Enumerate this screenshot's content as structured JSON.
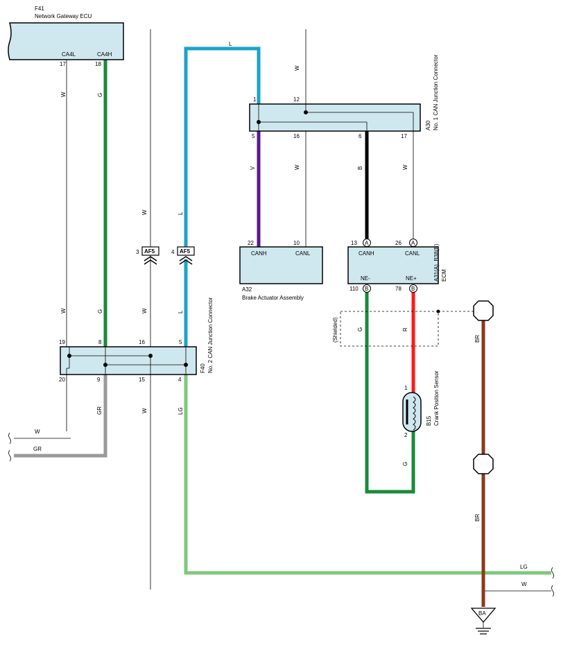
{
  "colors": {
    "component_fill": "#cfe8ef",
    "wire_L": "#1ba3c9",
    "wire_G": "#1a8a3a",
    "wire_V": "#5a1a8c",
    "wire_B": "#000000",
    "wire_R": "#ff1a1a",
    "wire_GR": "#9a9a9a",
    "wire_LG": "#7dc87d",
    "wire_BR": "#8b3a1a",
    "wire_W": "#000000"
  },
  "components": {
    "f41": {
      "code": "F41",
      "name": "Network Gateway ECU",
      "pin_ca4l": "CA4L",
      "pin_ca4h": "CA4H",
      "pin_17": "17",
      "pin_18": "18"
    },
    "a30": {
      "code": "A30",
      "name": "No. 1 CAN Junction Connector",
      "pin_1": "1",
      "pin_12": "12",
      "pin_5": "5",
      "pin_16": "16",
      "pin_6": "6",
      "pin_17": "17"
    },
    "f40": {
      "code": "F40",
      "name": "No. 2 CAN Junction Connector",
      "pin_19": "19",
      "pin_8": "8",
      "pin_16": "16",
      "pin_5": "5",
      "pin_20": "20",
      "pin_9": "9",
      "pin_15": "15",
      "pin_4": "4"
    },
    "a32": {
      "code": "A32",
      "name": "Brake Actuator Assembly",
      "canh": "CANH",
      "canl": "CANL",
      "pin_22": "22",
      "pin_10": "10"
    },
    "ecm": {
      "code": "A31(A), B38(B)",
      "name": "ECM",
      "canh": "CANH",
      "canl": "CANL",
      "ne_minus": "NE-",
      "ne_plus": "NE+",
      "pin_13": "13",
      "pin_26": "26",
      "pin_110": "110",
      "pin_78": "78",
      "conn_a": "A",
      "conn_b": "B"
    },
    "b15": {
      "code": "B15",
      "name": "Crank Position Sensor",
      "pin_1": "1",
      "pin_2": "2"
    },
    "af5": {
      "label": "AF5",
      "pin_3": "3",
      "pin_4": "4"
    }
  },
  "shielded_label": "(Shielded)",
  "ground_label": "BA",
  "wire_labels": {
    "l_top": "L",
    "w_right_top": "W",
    "w_f41_left": "W",
    "g_f41": "G",
    "w_mid_upper": "W",
    "l_mid_upper": "L",
    "w_f41_left_low": "W",
    "g_f41_low": "G",
    "w_mid_low": "W",
    "l_mid_low": "L",
    "v_a30": "V",
    "w_a30_16": "W",
    "b_a30": "B",
    "w_a30_17": "W",
    "gr_f40": "GR",
    "w_f40_15": "W",
    "lg_f40": "LG",
    "g_ne_minus": "G",
    "r_ne_plus": "R",
    "g_b15": "G",
    "br_upper": "BR",
    "br_lower": "BR",
    "w_exit_left": "W",
    "gr_exit_left": "GR",
    "lg_exit_right": "LG",
    "w_exit_right": "W"
  }
}
